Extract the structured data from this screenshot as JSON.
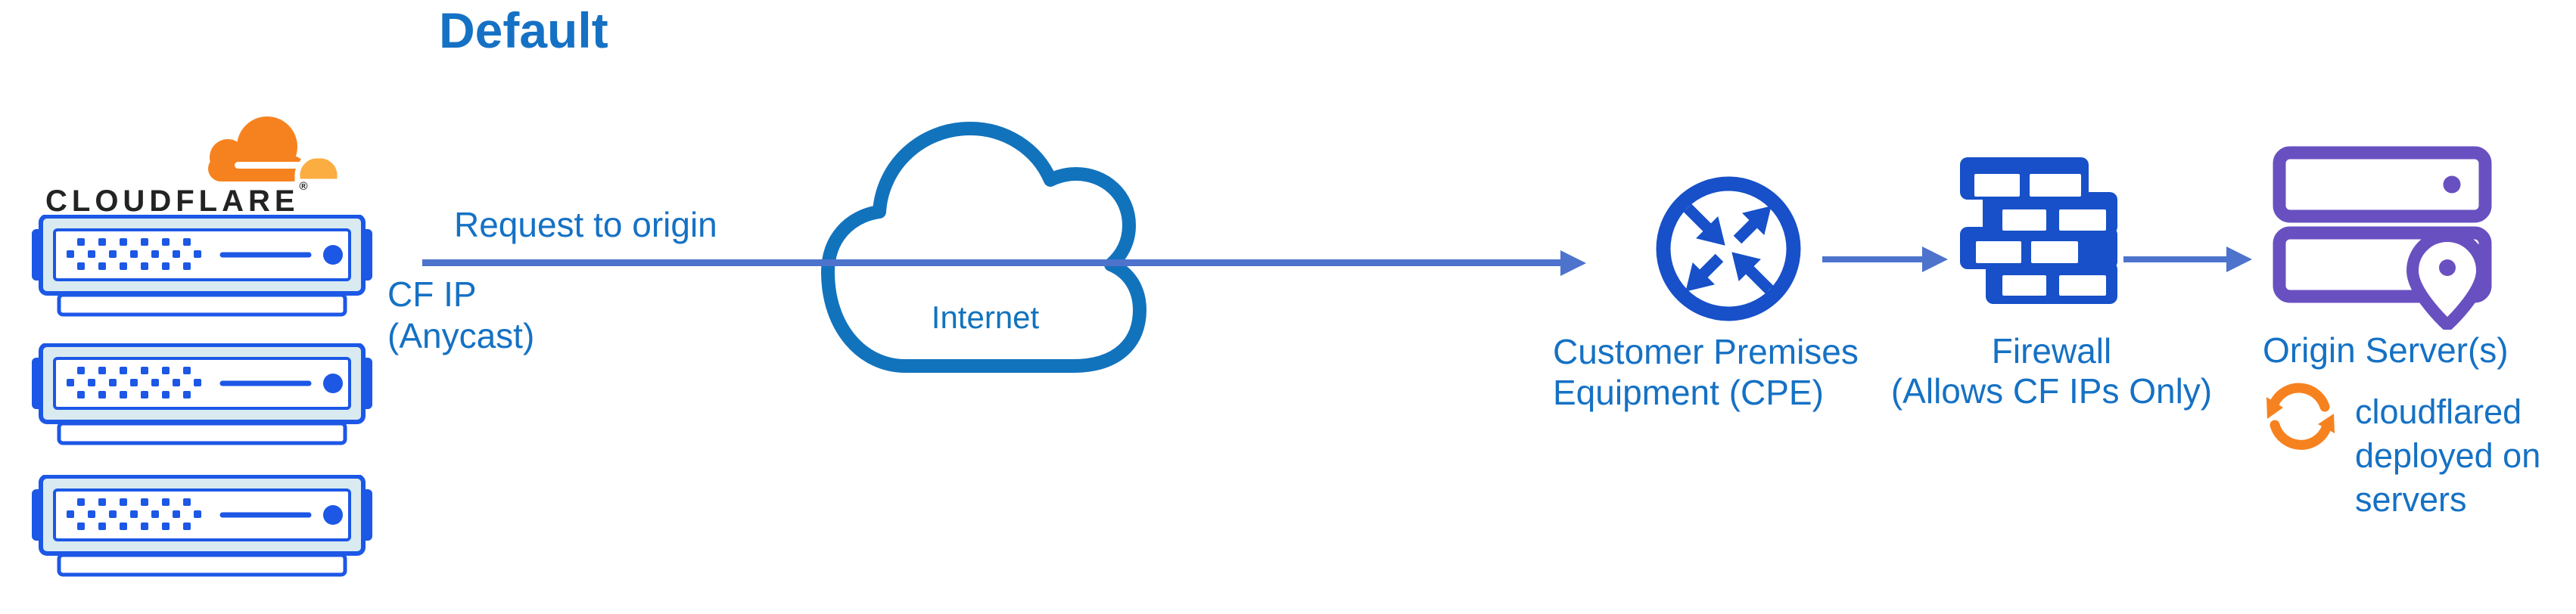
{
  "title": "Default",
  "cloudflare": {
    "wordmark": "CLOUDFLARE",
    "registered": "®"
  },
  "labels": {
    "request_to_origin": "Request to origin",
    "cf_ip": [
      "CF IP",
      "(Anycast)"
    ],
    "internet": "Internet",
    "cpe": [
      "Customer Premises",
      "Equipment (CPE)"
    ],
    "firewall": [
      "Firewall",
      "(Allows CF IPs Only)"
    ],
    "origin": "Origin Server(s)",
    "cloudflared": [
      "cloudflared",
      "deployed on",
      "servers"
    ]
  },
  "icons": {
    "cloudflare_logo": "orange-cloud-logo",
    "edge_servers": "three-stacked-server-appliances",
    "internet": "cloud-outline",
    "cpe": "router-circle-with-crossing-arrows",
    "firewall": "brick-wall",
    "origin": "two-servers-with-location-pin",
    "cloudflared": "orange-sync-arrows"
  },
  "colors": {
    "text_blue": "#1571C4",
    "cloud_blue": "#1273BD",
    "arrow_line_blue": "#4D73CC",
    "icon_blue": "#1750C8",
    "server_blue": "#1C57E6",
    "server_fill": "#D9EBF1",
    "origin_purple": "#6950C0",
    "orange": "#F6821F",
    "orange_light": "#FBAD41",
    "wordmark_dark": "#232323"
  }
}
